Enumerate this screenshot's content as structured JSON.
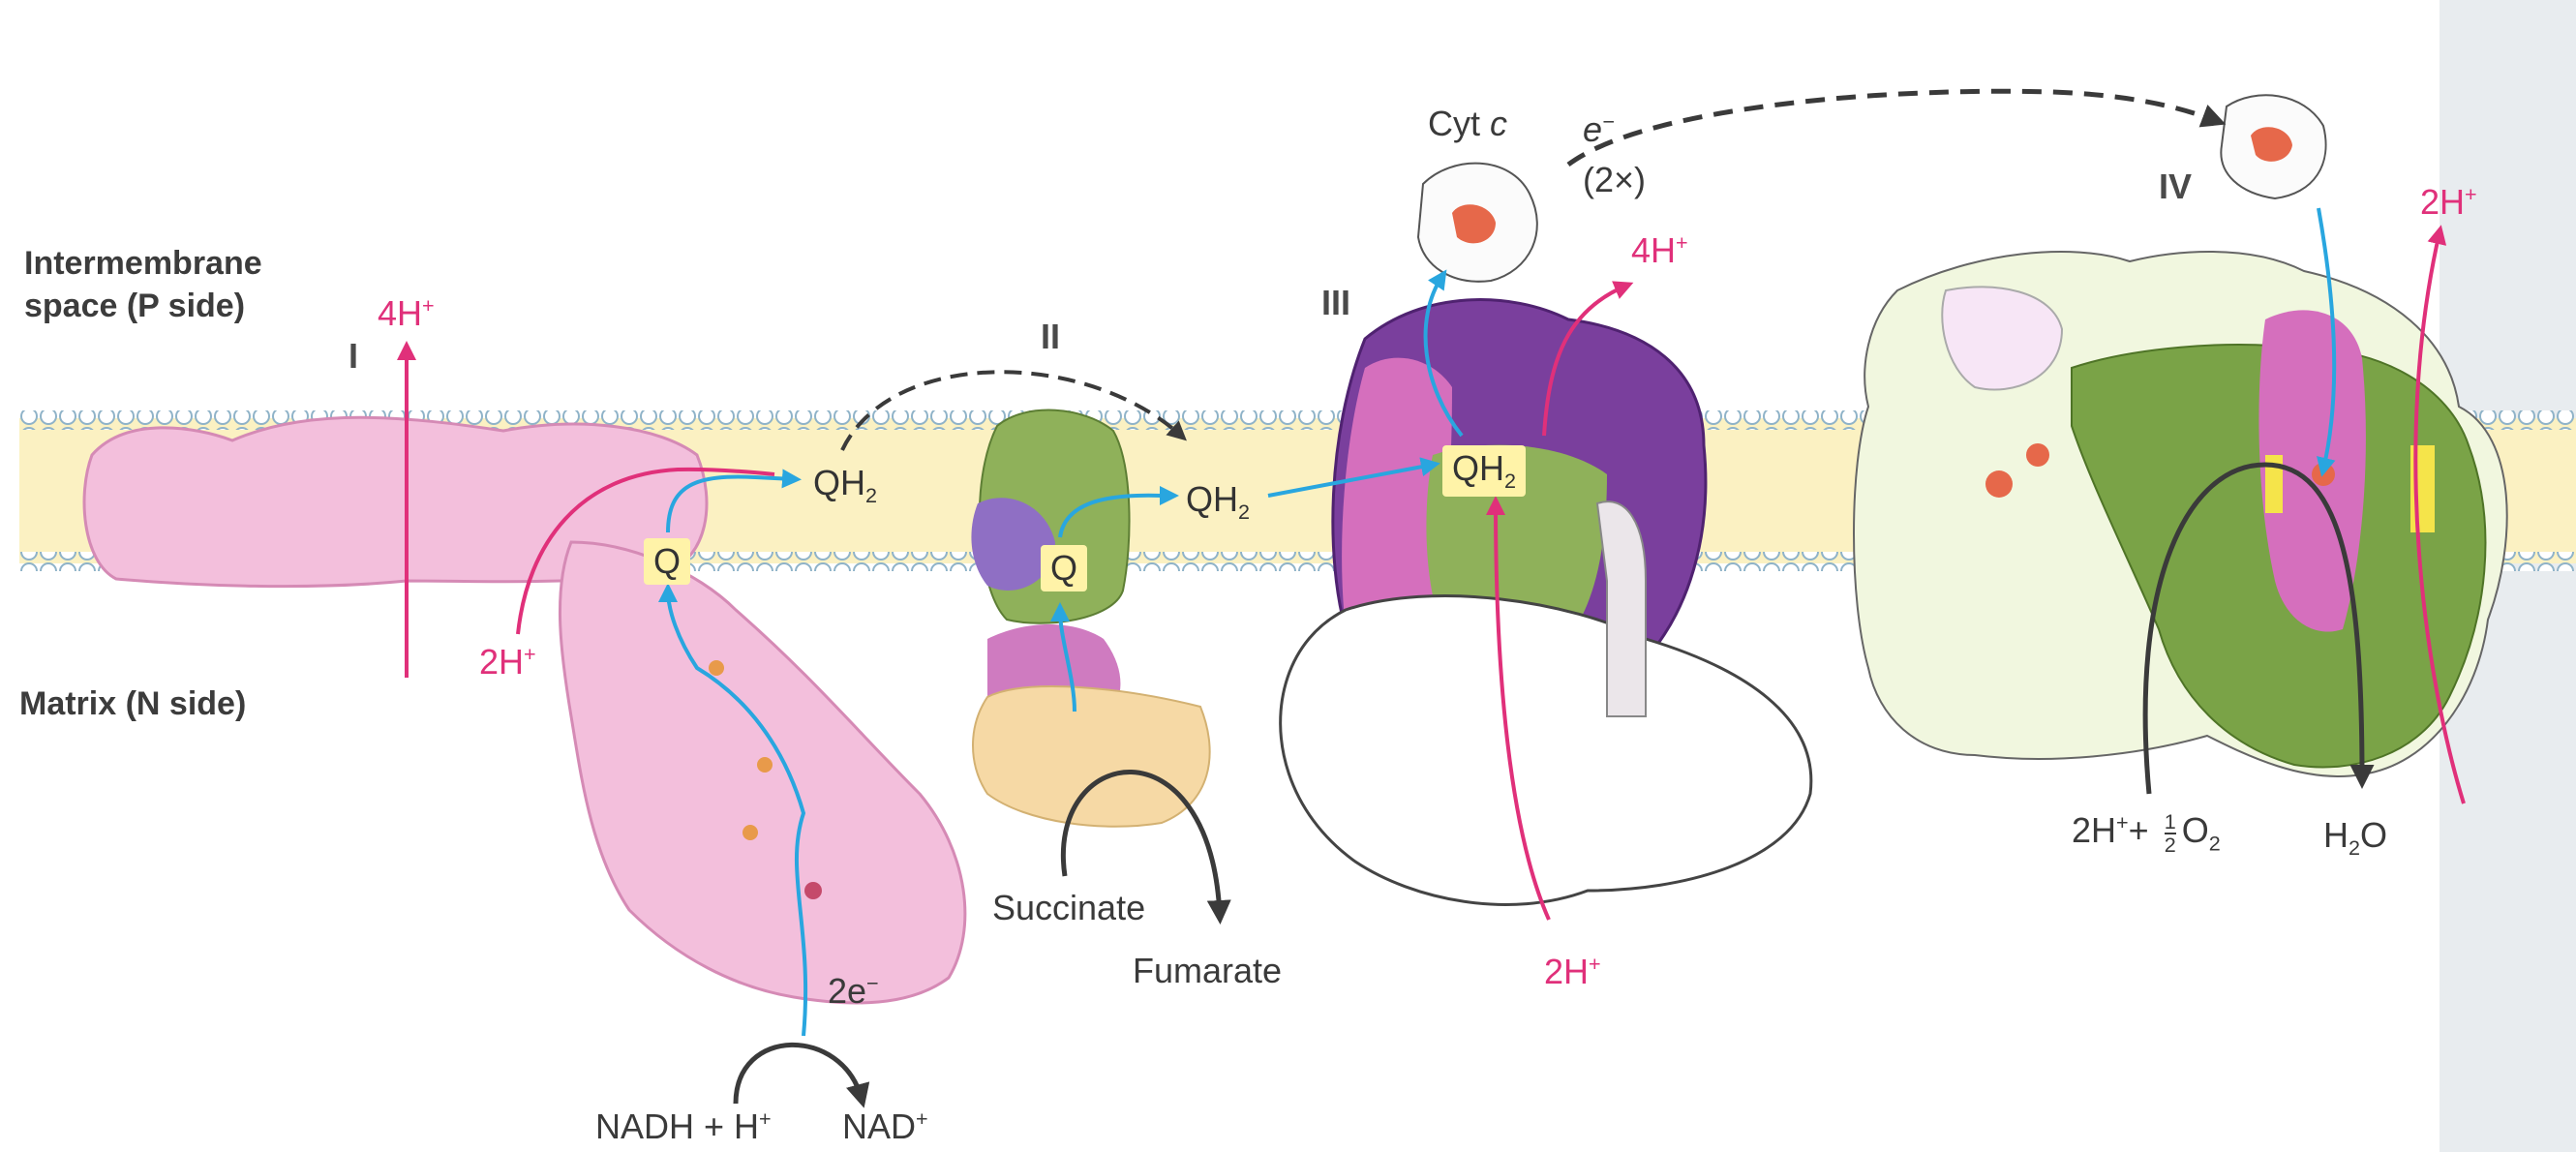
{
  "regions": {
    "intermembrane_line1": "Intermembrane",
    "intermembrane_line2": "space (P side)",
    "matrix": "Matrix (N side)"
  },
  "complexes": {
    "I": "I",
    "II": "II",
    "III": "III",
    "IV": "IV"
  },
  "labels": {
    "c1_top_H": "4H",
    "c1_top_sup": "+",
    "c1_bottom_H": "2H",
    "c1_bottom_sup": "+",
    "c1_Q": "Q",
    "c1_QH": "QH",
    "c1_QH_sub": "2",
    "c1_2e": "2e",
    "c1_2e_sup": "−",
    "nadh": "NADH + H",
    "nadh_sup": "+",
    "nad": "NAD",
    "nad_sup": "+",
    "c2_Q": "Q",
    "c2_QH": "QH",
    "c2_QH_sub": "2",
    "succinate": "Succinate",
    "fumarate": "Fumarate",
    "cytc": "Cyt ",
    "cytc_italic": "c",
    "e_minus": "e",
    "e_minus_sup": "−",
    "times2": "(2×)",
    "c3_QH": "QH",
    "c3_QH_sub": "2",
    "c3_top_H": "4H",
    "c3_top_sup": "+",
    "c3_bottom_H": "2H",
    "c3_bottom_sup": "+",
    "c4_top_H": "2H",
    "c4_top_sup": "+",
    "c4_in_H": "2H",
    "c4_in_sup": "+",
    "c4_plus": "+",
    "c4_half_num": "1",
    "c4_half_den": "2",
    "c4_O": "O",
    "c4_O_sub": "2",
    "c4_H": "H",
    "c4_H_sub": "2",
    "c4_water_O": "O"
  },
  "colors": {
    "membrane": "#fbf1c2",
    "lipid_head": "#b9d6e8",
    "complex_I": "#f3bfdc",
    "succinate_dh_green": "#8fb15a",
    "succinate_dh_purple": "#8f6fc4",
    "succinate_dh_tan": "#f6d9a5",
    "complex_III_purple": "#7a3f9d",
    "complex_III_magenta": "#d56fbd",
    "complex_IV_green": "#7aa347",
    "complex_IV_pale": "#f1f7df",
    "heme": "#e6684a",
    "electron_arrow": "#29a6df",
    "proton_arrow": "#e0307a",
    "substrate_arrow": "#3a3a3a",
    "q_highlight": "#fff3a8"
  }
}
